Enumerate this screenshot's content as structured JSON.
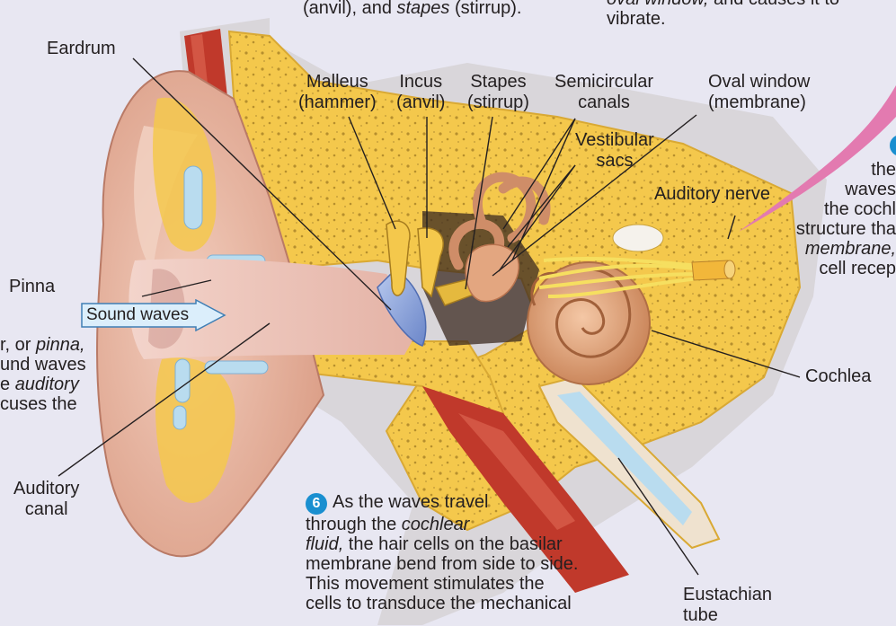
{
  "top_text": {
    "left_fragment": [
      "(anvil), and ",
      "stapes",
      " (stirrup)."
    ],
    "right_fragment": [
      "oval window,",
      " and causes it to",
      "vibrate."
    ]
  },
  "labels": {
    "eardrum": "Eardrum",
    "malleus": [
      "Malleus",
      "(hammer)"
    ],
    "incus": [
      "Incus",
      "(anvil)"
    ],
    "stapes": [
      "Stapes",
      "(stirrup)"
    ],
    "semicircular": [
      "Semicircular",
      "canals"
    ],
    "oval_window": [
      "Oval window",
      "(membrane)"
    ],
    "vestibular": [
      "Vestibular",
      "sacs"
    ],
    "auditory_nerve": "Auditory nerve",
    "pinna": "Pinna",
    "sound_waves": "Sound waves",
    "cochlea": "Cochlea",
    "auditory_canal": [
      "Auditory",
      "canal"
    ],
    "eustachian": [
      "Eustachian",
      "tube"
    ]
  },
  "left_paragraph": [
    "r, or ",
    "pinna,",
    "und waves",
    "e ",
    "auditory",
    "cuses the"
  ],
  "right_paragraph": [
    "the",
    "waves",
    "the cochl",
    "structure tha",
    "membrane,",
    "cell recep"
  ],
  "step6": {
    "number": "6",
    "line1": "As the waves travel",
    "line2": "through the ",
    "line2_it": "cochlear",
    "line3_it": "fluid,",
    "line3": " the hair cells on the basilar",
    "line4": "membrane bend from side to side.",
    "line5": "This movement stimulates the",
    "line6": "cells to transduce the mechanical"
  },
  "colors": {
    "background": "#e8e7f2",
    "bone_yellow": "#f2c64a",
    "skin": "#e7b8a4",
    "muscle": "#c0392b",
    "accent_blue": "#1a8fd0",
    "pink_pointer": "#e0609a"
  }
}
